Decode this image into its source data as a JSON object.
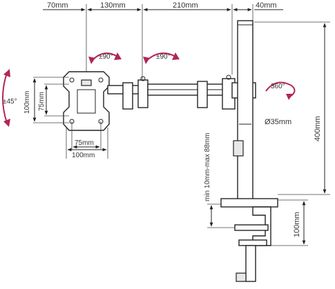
{
  "colors": {
    "rotation_accent": "#b3245a",
    "line": "#222222",
    "text": "#333333",
    "background": "#ffffff"
  },
  "top_dimensions": {
    "d1": "70mm",
    "d2": "130mm",
    "d3": "210mm",
    "d4": "40mm"
  },
  "rotations": {
    "tilt": "±45°",
    "swivel_head": "±90°",
    "swivel_arm": "±90°",
    "pole_rotation": "360°"
  },
  "vesa": {
    "outer_width": "100mm",
    "inner_width": "75mm",
    "outer_height": "100mm",
    "inner_height": "75mm"
  },
  "pole": {
    "diameter": "Ø35mm",
    "height": "400mm"
  },
  "clamp": {
    "thickness_range": "min 10mm-max 88mm",
    "height": "100mm"
  }
}
